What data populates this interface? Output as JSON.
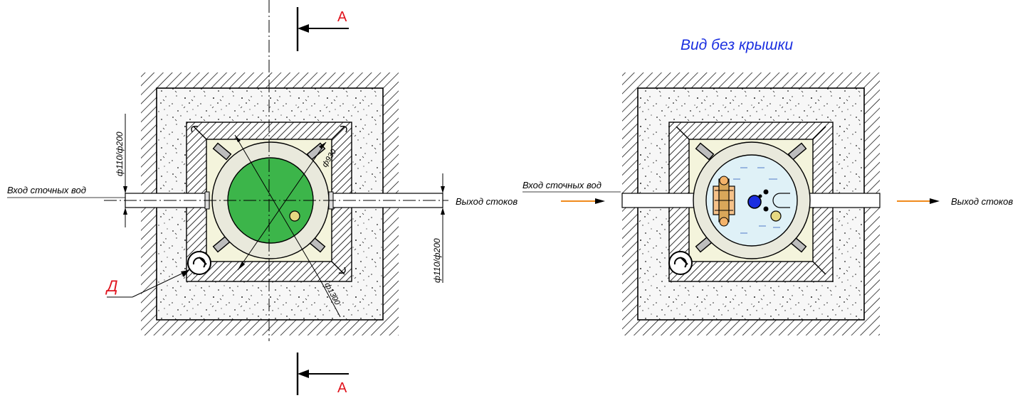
{
  "section_marks": {
    "top": "A",
    "bottom": "A"
  },
  "left_view": {
    "inlet_label": "Вход сточных вод",
    "outlet_label": "Выход стоков",
    "pipe_dim_left": "ф110/ф200",
    "pipe_dim_right": "ф110/ф200",
    "dim_inner": "ф930",
    "dim_outer": "ф1300",
    "detail_mark": "Д"
  },
  "right_view": {
    "title": "Вид без крышки",
    "inlet_label": "Вход сточных вод",
    "outlet_label": "Выход стоков"
  },
  "colors": {
    "concrete": "#f6f6f6",
    "well_fill": "#f4f4dc",
    "ring": "#e9e9dc",
    "lid": "#3cb54a",
    "water": "#dff1f7",
    "arrow": "#f08a1c",
    "marker": "#e0141e",
    "title": "#1a2ee0"
  }
}
